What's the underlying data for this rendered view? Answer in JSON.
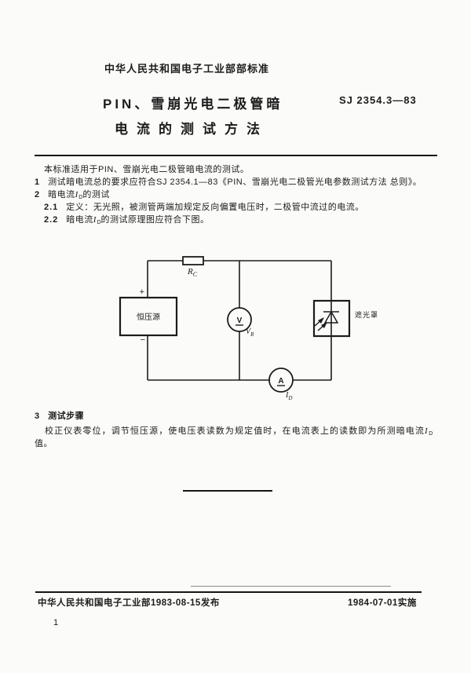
{
  "doc": {
    "org_line": "中华人民共和国电子工业部部标准",
    "title_line1": "PIN、雪崩光电二极管暗",
    "title_line2": "电流的测试方法",
    "std_no": "SJ 2354.3—83"
  },
  "symbols": {
    "I": "I",
    "D": "D",
    "V": "V",
    "R": "R",
    "C": "C",
    "A": "A",
    "plus": "+",
    "minus": "−"
  },
  "body": {
    "intro": "本标准适用于PIN、雪崩光电二极管暗电流的测试。",
    "c1": {
      "num": "1",
      "text": "测试暗电流总的要求应符合SJ 2354.1—83《PIN、雪崩光电二极管光电参数测试方法  总则》。"
    },
    "c2": {
      "num": "2",
      "pre": "暗电流",
      "post": "的测试"
    },
    "c21": {
      "num": "2.1",
      "text": "定义：无光照，被测管两端加规定反向偏置电压时，二极管中流过的电流。"
    },
    "c22": {
      "num": "2.2",
      "pre": "暗电流",
      "post": "的测试原理图应符合下图。"
    },
    "c3": {
      "num": "3",
      "heading": "测试步骤",
      "para_pre": "校正仪表零位，调节恒压源，使电压表读数为规定值时，在电流表上的读数即为所测暗电流",
      "para_cont": "值。"
    }
  },
  "diagram": {
    "source_label": "恒压源",
    "shield_label": "遮光罩",
    "voltmeter_glyph": "V",
    "ammeter_glyph": "A"
  },
  "footer": {
    "issue": "中华人民共和国电子工业部1983-08-15发布",
    "implement": "1984-07-01实施",
    "page_no": "1"
  }
}
